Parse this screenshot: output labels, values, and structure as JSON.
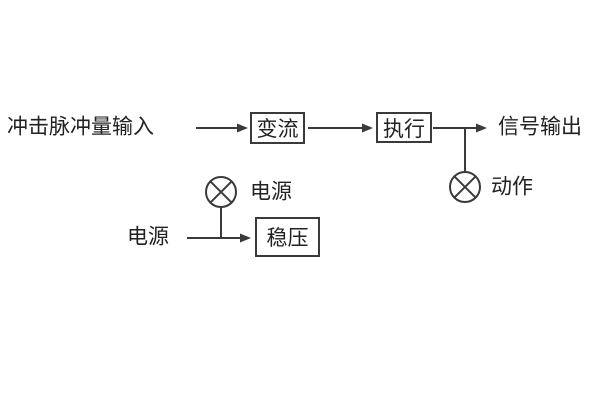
{
  "diagram": {
    "labels": {
      "input": "冲击脉冲量输入",
      "signal_output": "信号输出",
      "action": "动作",
      "lamp_power": "电源",
      "power_source": "电源"
    },
    "boxes": {
      "convert": "变流",
      "execute": "执行",
      "regulate": "稳压"
    },
    "icons": {
      "action_lamp": "lamp-symbol-circle-x",
      "power_lamp": "lamp-symbol-circle-x"
    },
    "colors": {
      "background": "#ffffff",
      "line": "#3a3a3a",
      "text": "#222222"
    }
  }
}
